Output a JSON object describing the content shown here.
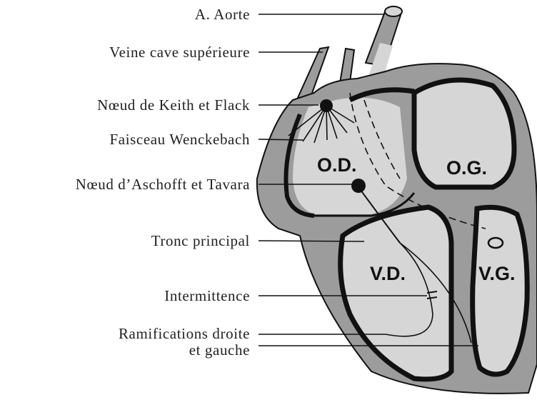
{
  "labels": {
    "aorte": "A. Aorte",
    "veine_cave": "Veine cave supérieure",
    "noeud_keith": "Nœud de Keith et Flack",
    "faisceau": "Faisceau Wenckebach",
    "noeud_aschofft": "Nœud d’Aschofft et Tavara",
    "tronc": "Tronc principal",
    "intermittence": "Intermittence",
    "ramifications_1": "Ramifications droite",
    "ramifications_2": "et gauche"
  },
  "chambers": {
    "od": "O.D.",
    "og": "O.G.",
    "vd": "V.D.",
    "vg": "V.G."
  },
  "colors": {
    "wall": "#9c9c9c",
    "chamber": "#d6d6d6",
    "conduction": "#111111",
    "text": "#222222"
  }
}
